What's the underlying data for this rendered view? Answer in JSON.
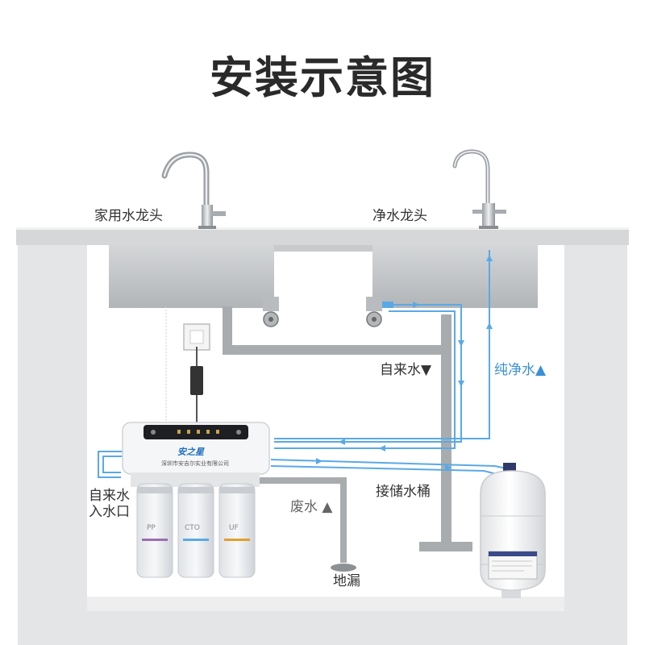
{
  "title": "安装示意图",
  "labels": {
    "home_faucet": "家用水龙头",
    "pure_faucet": "净水龙头",
    "tap_water": "自来水▼",
    "pure_water": "纯净水▲",
    "inlet_line1": "自来水",
    "inlet_line2": "入水口",
    "waste_water": "废水 ▲",
    "storage_tank": "接储水桶",
    "floor_drain": "地漏"
  },
  "unit": {
    "brand": "安之星",
    "company": "深圳市安吉尔实业有限公司",
    "filters": [
      "PP",
      "CTO",
      "UF"
    ]
  },
  "colors": {
    "pure_water_flow": "#5aa9e6",
    "pipe_gray": "#a9acaf",
    "cabinet_gray": "#e4e5e6"
  }
}
